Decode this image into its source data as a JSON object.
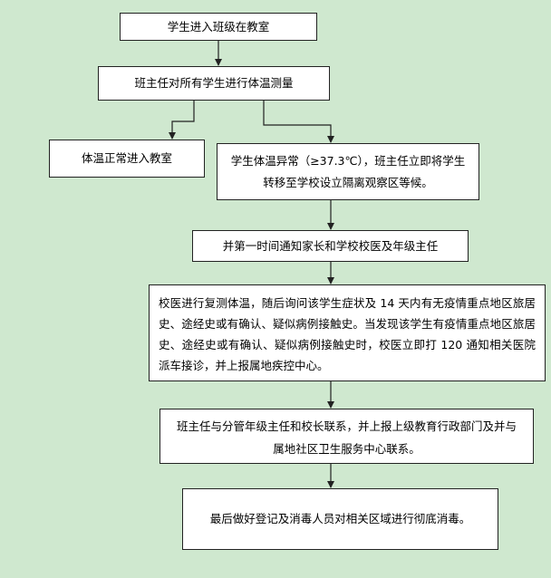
{
  "flow": {
    "step1": "学生进入班级在教室",
    "step2": "班主任对所有学生进行体温测量",
    "normal": "体温正常进入教室",
    "abnormal": "学生体温异常（≥37.3℃），班主任立即将学生转移至学校设立隔离观察区等候。",
    "notify": "并第一时间通知家长和学校校医及年级主任",
    "recheck": "校医进行复测体温，随后询问该学生症状及 14 天内有无疫情重点地区旅居史、途经史或有确认、疑似病例接触史。当发现该学生有疫情重点地区旅居史、途经史或有确认、疑似病例接触史时，校医立即打 120 通知相关医院派车接诊，并上报属地疾控中心。",
    "report": "班主任与分管年级主任和校长联系，并上报上级教育行政部门及并与属地社区卫生服务中心联系。",
    "final": "最后做好登记及消毒人员对相关区域进行彻底消毒。"
  }
}
